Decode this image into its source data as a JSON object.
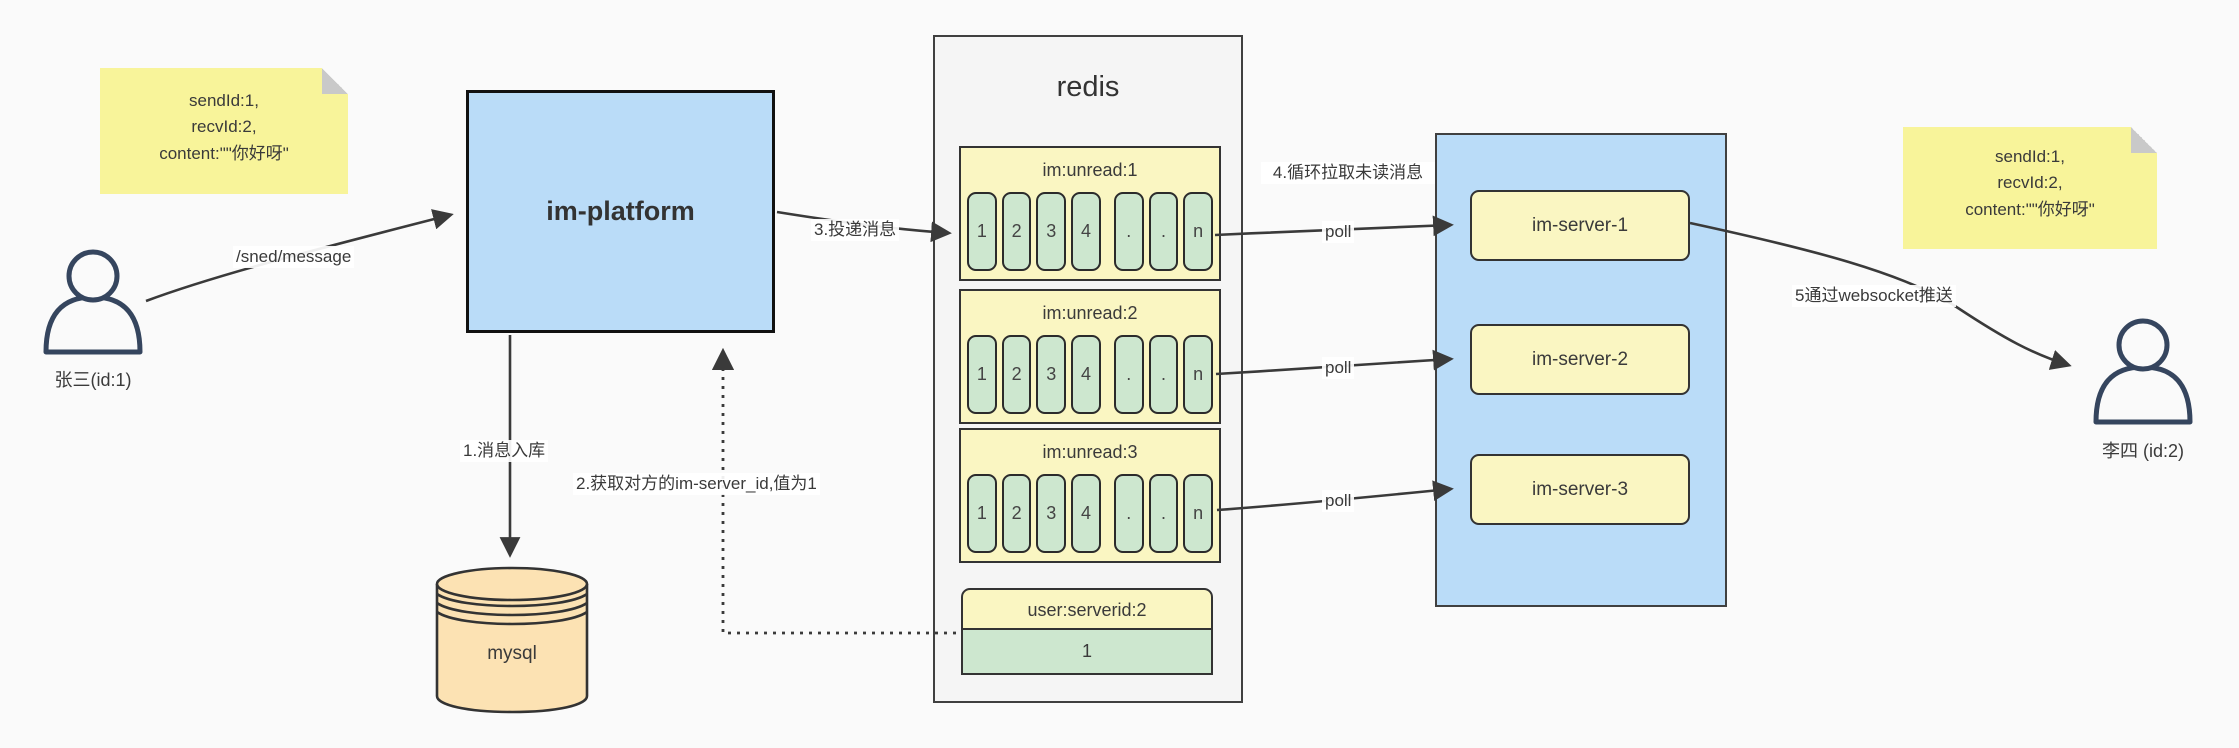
{
  "notes": {
    "left": {
      "lines": [
        "sendId:1,",
        "recvId:2,",
        "content:\"\"你好呀\""
      ]
    },
    "right": {
      "lines": [
        "sendId:1,",
        "recvId:2,",
        "content:\"\"你好呀\""
      ]
    }
  },
  "actors": {
    "sender": {
      "label": "张三(id:1)"
    },
    "receiver": {
      "label": "李四 (id:2)"
    }
  },
  "platform": {
    "label": "im-platform"
  },
  "database": {
    "label": "mysql"
  },
  "redis": {
    "title": "redis",
    "queues": [
      {
        "header": "im:unread:1",
        "cells": [
          "1",
          "2",
          "3",
          "4",
          ".",
          ".",
          "n"
        ]
      },
      {
        "header": "im:unread:2",
        "cells": [
          "1",
          "2",
          "3",
          "4",
          ".",
          ".",
          "n"
        ]
      },
      {
        "header": "im:unread:3",
        "cells": [
          "1",
          "2",
          "3",
          "4",
          ".",
          ".",
          "n"
        ]
      }
    ],
    "mapping": {
      "key": "user:serverid:2",
      "value": "1"
    }
  },
  "servers": {
    "items": [
      {
        "label": "im-server-1"
      },
      {
        "label": "im-server-2"
      },
      {
        "label": "im-server-3"
      }
    ]
  },
  "edges": {
    "send_api": "/sned/message",
    "step1": "1.消息入库",
    "step2": "2.获取对方的im-server_id,值为1",
    "step3": "3.投递消息",
    "step4": "4.循环拉取未读消息",
    "step5": "5通过websocket推送",
    "poll": "poll"
  },
  "colors": {
    "note_yellow": "#F8F49A",
    "box_blue": "#BADCF8",
    "pale_yellow": "#FAF6C2",
    "cell_green": "#CDE7CF",
    "db_orange": "#FCE2B3",
    "container_gray": "#F5F5F5",
    "line_dark": "#3A3A3A"
  }
}
